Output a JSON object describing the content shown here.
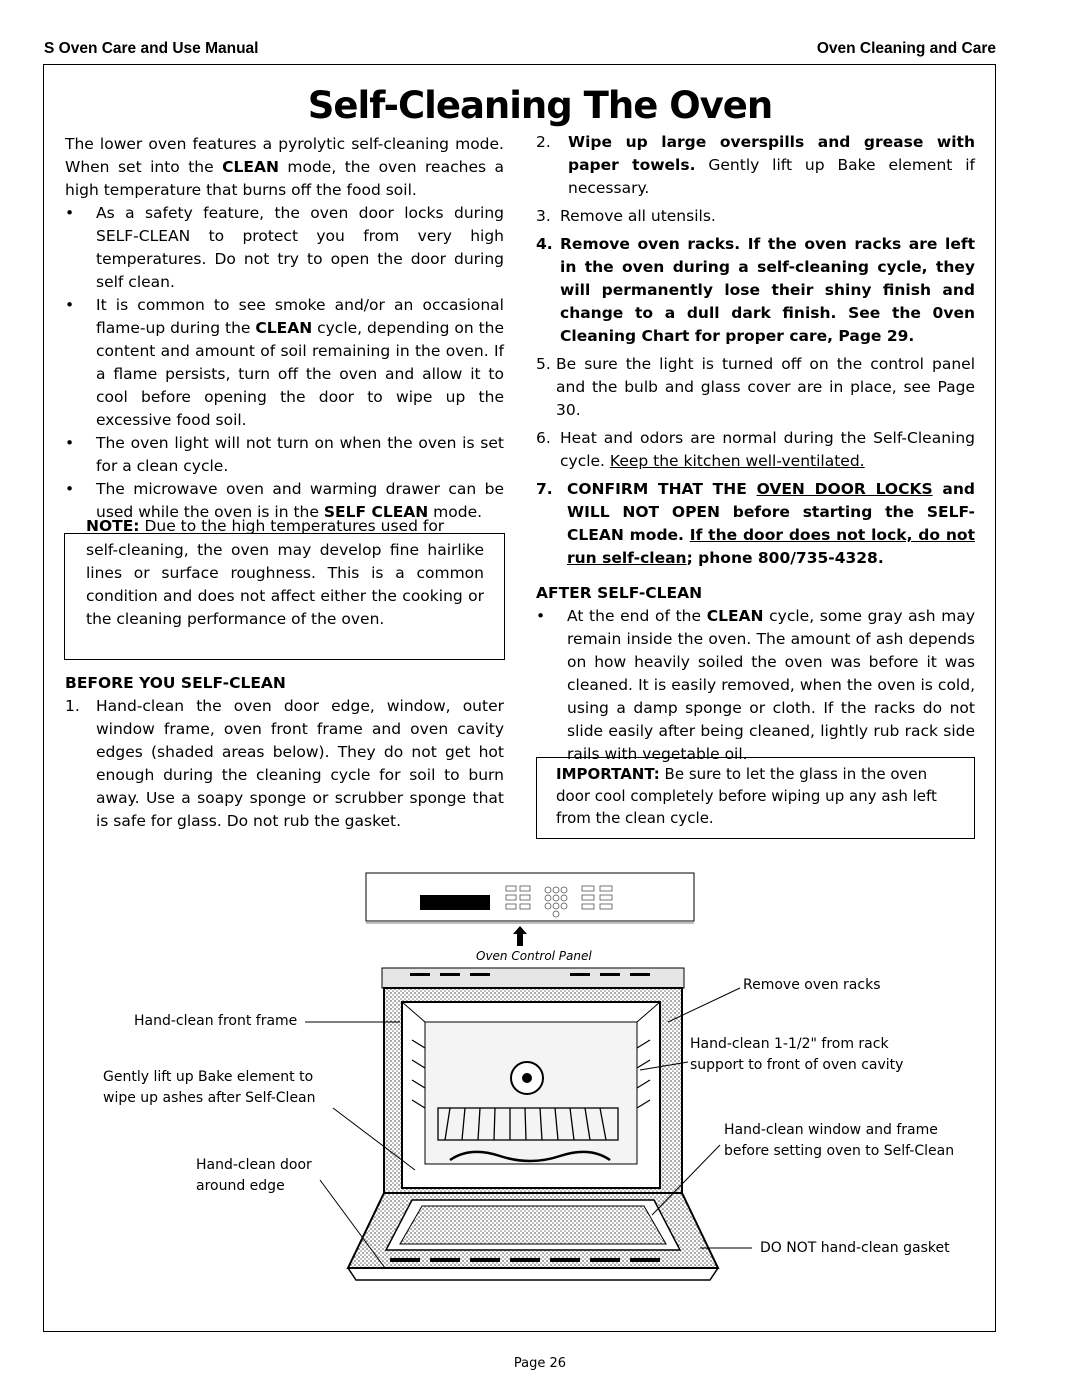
{
  "header": {
    "left": "S Oven Care and Use Manual",
    "right": "Oven Cleaning and Care"
  },
  "title": "Self-Cleaning The Oven",
  "left": {
    "intro_a": "The lower oven features a pyrolytic self-cleaning mode. When set into the ",
    "intro_clean": "CLEAN",
    "intro_b": " mode, the oven reaches a high temperature that burns off the food soil.",
    "bullet": "•",
    "b1": "As a safety feature, the oven door locks during SELF-CLEAN to protect you from very high temperatures. Do not try to open the door during self clean.",
    "b2_a": "It is common to see smoke and/or an occasional flame-up during the ",
    "b2_clean": "CLEAN",
    "b2_b": " cycle, depending on the content and amount of soil remaining in the oven. If a flame persists, turn off the oven and allow it to cool before opening the door to wipe up the excessive food soil.",
    "b3": "The oven light will not turn on when the oven is set for a clean cycle.",
    "b4_a": "The microwave oven and warming drawer can be used while the oven is in the ",
    "b4_self": "SELF CLEAN",
    "b4_b": " mode.",
    "note_label": "NOTE:",
    "note_first": " Due to the high temperatures used for",
    "note_rest": "self-cleaning, the oven may develop fine hairlike lines or surface roughness.  This is a common condition and does not affect either the cooking or the cleaning performance of the oven.",
    "before_heading": "BEFORE  YOU SELF-CLEAN",
    "before_num": "1.",
    "before_1": "Hand-clean the oven door edge, window, outer window frame, oven front frame and oven cavity edges (shaded areas below).  They do not get hot enough during the cleaning cycle for soil to burn away.  Use a soapy sponge or  scrubber sponge that is safe for glass. Do not rub the gasket."
  },
  "right": {
    "s2_num": "2.",
    "s2_bold": "Wipe up large overspills and grease with paper towels.",
    "s2_rest": " Gently lift up Bake element if necessary.",
    "s3_num": "3.",
    "s3": "Remove all utensils.",
    "s4_num": "4.",
    "s4": "Remove oven racks.  If the oven racks are left in the oven during a self-cleaning cycle, they will permanently lose their shiny finish and change to a dull dark finish.  See the 0ven Cleaning Chart for proper care, Page 29.",
    "s5_num": "5.",
    "s5": "Be sure the light is turned off on the control panel and the bulb and glass cover are in place, see Page 30.",
    "s6_num": "6.",
    "s6_a": "Heat and odors are normal during the Self-Cleaning cycle.  ",
    "s6_u": "Keep the kitchen well-ventilated.",
    "s7_num": "7.",
    "s7_a": "CONFIRM THAT THE ",
    "s7_u1": "OVEN DOOR LOCKS",
    "s7_b": " and WILL  NOT  OPEN before starting the SELF-CLEAN mode. ",
    "s7_u2": "If the door does not lock, do not run self-clean",
    "s7_c": "; phone 800/735-4328.",
    "after_heading": "AFTER  SELF-CLEAN",
    "bullet": "•",
    "after_a": "At the end  of the ",
    "after_clean": "CLEAN",
    "after_b": " cycle,  some gray ash may remain inside the oven.  The amount of ash depends on how heavily soiled the oven was before it was cleaned.  It is easily removed, when the oven is cold, using a damp sponge or cloth.  If the racks do not slide easily after being cleaned,  lightly rub rack side rails with vegetable oil.",
    "important_label": "IMPORTANT:",
    "important_text": " Be sure to let the glass in the oven door cool completely before wiping up any ash left from the clean cycle."
  },
  "figure": {
    "caption": "Oven Control Panel",
    "label_front_frame": "Hand-clean front frame",
    "label_bake_1": "Gently lift up Bake element to",
    "label_bake_2": "wipe up ashes after Self-Clean",
    "label_door_1": "Hand-clean door",
    "label_door_2": "around edge",
    "label_racks": "Remove oven racks",
    "label_rack_support_1": "Hand-clean 1-1/2\" from rack",
    "label_rack_support_2": "support to front of oven cavity",
    "label_window_1": "Hand-clean window and frame",
    "label_window_2": "before setting oven to Self-Clean",
    "label_gasket": "DO NOT hand-clean gasket"
  },
  "page": "Page 26"
}
